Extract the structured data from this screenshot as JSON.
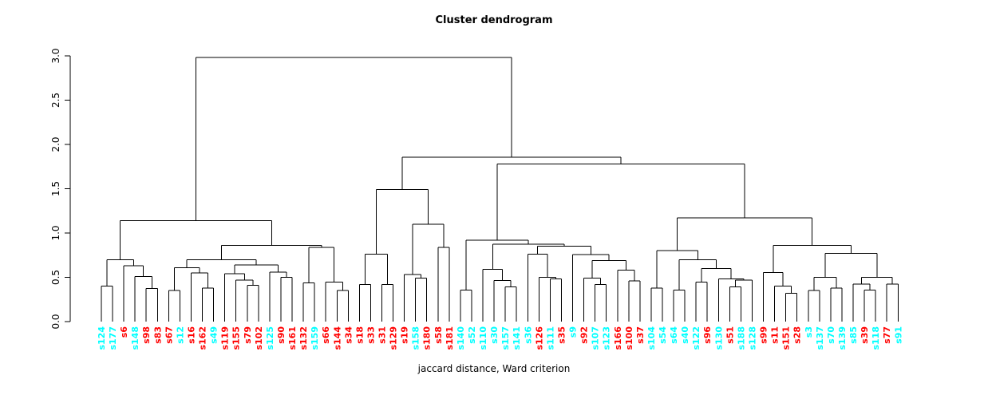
{
  "colors": {
    "red": "#FF0000",
    "cyan": "#00FFFF",
    "line": "#000000",
    "background": "#FFFFFF"
  },
  "chart_data": {
    "type": "dendrogram",
    "title": "Cluster dendrogram",
    "xlabel": "jaccard distance, Ward criterion",
    "ylabel": "",
    "ylim": [
      0.0,
      3.0
    ],
    "y_ticks": [
      0.0,
      0.5,
      1.0,
      1.5,
      2.0,
      2.5,
      3.0
    ],
    "grid": "off",
    "legend": "none",
    "leaves": [
      {
        "label": "s124",
        "color": "cyan"
      },
      {
        "label": "s177",
        "color": "cyan"
      },
      {
        "label": "s6",
        "color": "red"
      },
      {
        "label": "s148",
        "color": "cyan"
      },
      {
        "label": "s98",
        "color": "red"
      },
      {
        "label": "s83",
        "color": "red"
      },
      {
        "label": "s67",
        "color": "red"
      },
      {
        "label": "s12",
        "color": "cyan"
      },
      {
        "label": "s16",
        "color": "red"
      },
      {
        "label": "s162",
        "color": "red"
      },
      {
        "label": "s49",
        "color": "cyan"
      },
      {
        "label": "s119",
        "color": "red"
      },
      {
        "label": "s155",
        "color": "red"
      },
      {
        "label": "s79",
        "color": "red"
      },
      {
        "label": "s102",
        "color": "red"
      },
      {
        "label": "s125",
        "color": "cyan"
      },
      {
        "label": "s90",
        "color": "red"
      },
      {
        "label": "s161",
        "color": "red"
      },
      {
        "label": "s132",
        "color": "red"
      },
      {
        "label": "s159",
        "color": "cyan"
      },
      {
        "label": "s66",
        "color": "red"
      },
      {
        "label": "s144",
        "color": "red"
      },
      {
        "label": "s34",
        "color": "red"
      },
      {
        "label": "s18",
        "color": "red"
      },
      {
        "label": "s33",
        "color": "red"
      },
      {
        "label": "s31",
        "color": "red"
      },
      {
        "label": "s129",
        "color": "red"
      },
      {
        "label": "s19",
        "color": "red"
      },
      {
        "label": "s158",
        "color": "cyan"
      },
      {
        "label": "s180",
        "color": "red"
      },
      {
        "label": "s58",
        "color": "red"
      },
      {
        "label": "s181",
        "color": "red"
      },
      {
        "label": "s140",
        "color": "cyan"
      },
      {
        "label": "s52",
        "color": "cyan"
      },
      {
        "label": "s110",
        "color": "cyan"
      },
      {
        "label": "s30",
        "color": "cyan"
      },
      {
        "label": "s157",
        "color": "cyan"
      },
      {
        "label": "s141",
        "color": "cyan"
      },
      {
        "label": "s36",
        "color": "cyan"
      },
      {
        "label": "s126",
        "color": "red"
      },
      {
        "label": "s111",
        "color": "cyan"
      },
      {
        "label": "s35",
        "color": "red"
      },
      {
        "label": "s9",
        "color": "cyan"
      },
      {
        "label": "s92",
        "color": "red"
      },
      {
        "label": "s107",
        "color": "cyan"
      },
      {
        "label": "s123",
        "color": "cyan"
      },
      {
        "label": "s166",
        "color": "red"
      },
      {
        "label": "s100",
        "color": "red"
      },
      {
        "label": "s37",
        "color": "red"
      },
      {
        "label": "s104",
        "color": "cyan"
      },
      {
        "label": "s54",
        "color": "cyan"
      },
      {
        "label": "s64",
        "color": "cyan"
      },
      {
        "label": "s40",
        "color": "cyan"
      },
      {
        "label": "s122",
        "color": "cyan"
      },
      {
        "label": "s96",
        "color": "red"
      },
      {
        "label": "s130",
        "color": "cyan"
      },
      {
        "label": "s51",
        "color": "red"
      },
      {
        "label": "s188",
        "color": "cyan"
      },
      {
        "label": "s128",
        "color": "cyan"
      },
      {
        "label": "s99",
        "color": "red"
      },
      {
        "label": "s11",
        "color": "red"
      },
      {
        "label": "s151",
        "color": "red"
      },
      {
        "label": "s28",
        "color": "red"
      },
      {
        "label": "s3",
        "color": "cyan"
      },
      {
        "label": "s137",
        "color": "cyan"
      },
      {
        "label": "s70",
        "color": "cyan"
      },
      {
        "label": "s139",
        "color": "cyan"
      },
      {
        "label": "s85",
        "color": "cyan"
      },
      {
        "label": "s39",
        "color": "red"
      },
      {
        "label": "s118",
        "color": "cyan"
      },
      {
        "label": "s77",
        "color": "red"
      },
      {
        "label": "s91",
        "color": "cyan"
      }
    ],
    "tree": [
      2.98,
      [
        1.14,
        [
          0.7,
          [
            0.4,
            "s124",
            "s177"
          ],
          [
            0.63,
            "s6",
            [
              0.51,
              "s148",
              [
                0.375,
                "s98",
                "s83"
              ]
            ]
          ]
        ],
        [
          0.86,
          [
            0.7,
            [
              0.61,
              [
                0.35,
                "s67",
                "s12"
              ],
              [
                0.55,
                "s16",
                [
                  0.38,
                  "s162",
                  "s49"
                ]
              ]
            ],
            [
              0.64,
              [
                0.54,
                "s119",
                [
                  0.47,
                  "s155",
                  [
                    0.41,
                    "s79",
                    "s102"
                  ]
                ]
              ],
              [
                0.56,
                "s125",
                [
                  0.5,
                  "s90",
                  "s161"
                ]
              ]
            ]
          ],
          [
            0.84,
            [
              0.435,
              "s132",
              "s159"
            ],
            [
              0.445,
              "s66",
              [
                0.35,
                "s144",
                "s34"
              ]
            ]
          ]
        ]
      ],
      [
        1.855,
        [
          1.49,
          [
            0.76,
            [
              0.42,
              "s18",
              "s33"
            ],
            [
              0.42,
              "s31",
              "s129"
            ]
          ],
          [
            1.1,
            [
              0.53,
              "s19",
              [
                0.49,
                "s158",
                "s180"
              ]
            ],
            [
              0.84,
              "s58",
              "s181"
            ]
          ]
        ],
        [
          1.78,
          [
            0.92,
            [
              0.357,
              "s140",
              "s52"
            ],
            [
              0.875,
              [
                0.59,
                "s110",
                [
                  0.466,
                  "s30",
                  [
                    0.39,
                    "s157",
                    "s141"
                  ]
                ]
              ],
              [
                0.853,
                [
                  0.76,
                  "s36",
                  [
                    0.5,
                    "s126",
                    [
                      0.48,
                      "s111",
                      "s35"
                    ]
                  ]
                ],
                [
                  0.757,
                  "s9",
                  [
                    0.69,
                    [
                      0.49,
                      "s92",
                      [
                        0.42,
                        "s107",
                        "s123"
                      ]
                    ],
                    [
                      0.58,
                      "s166",
                      [
                        0.46,
                        "s100",
                        "s37"
                      ]
                    ]
                  ]
                ]
              ]
            ]
          ],
          [
            1.17,
            [
              0.8,
              [
                0.378,
                "s104",
                "s54"
              ],
              [
                0.7,
                [
                  0.357,
                  "s64",
                  "s40"
                ],
                [
                  0.6,
                  [
                    0.447,
                    "s122",
                    "s96"
                  ],
                  [
                    0.484,
                    "s130",
                    [
                      0.468,
                      [
                        0.39,
                        "s51",
                        "s188"
                      ],
                      "s128"
                    ]
                  ]
                ]
              ]
            ],
            [
              0.862,
              [
                0.552,
                "s99",
                [
                  0.4,
                  "s11",
                  [
                    0.32,
                    "s151",
                    "s28"
                  ]
                ]
              ],
              [
                0.77,
                [
                  0.5,
                  [
                    0.35,
                    "s3",
                    "s137"
                  ],
                  [
                    0.38,
                    "s70",
                    "s139"
                  ]
                ],
                [
                  0.5,
                  [
                    0.425,
                    "s85",
                    [
                      0.357,
                      "s39",
                      "s118"
                    ]
                  ],
                  [
                    0.425,
                    "s77",
                    "s91"
                  ]
                ]
              ]
            ]
          ]
        ]
      ]
    ],
    "layout": {
      "first_leaf_x": 127,
      "leaf_spacing": 14.06,
      "baseline_y": 403,
      "pixels_per_unit": 111,
      "axis_x": 88,
      "tick_len": 7,
      "label_top_y": 409
    }
  }
}
